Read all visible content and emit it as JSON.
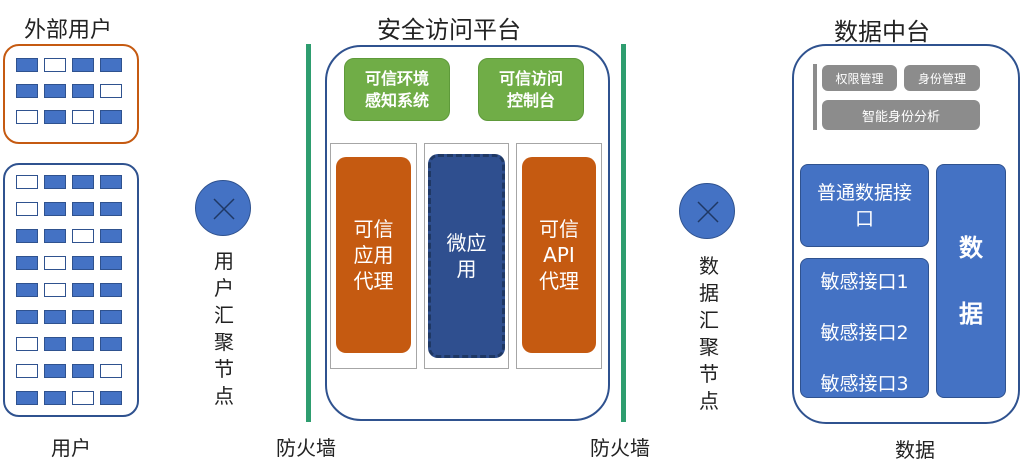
{
  "users": {
    "external_title": "外部用户",
    "label": "用户",
    "external_grid": [
      [
        "f",
        "e",
        "f",
        "f"
      ],
      [
        "f",
        "f",
        "f",
        "e"
      ],
      [
        "e",
        "f",
        "e",
        "f"
      ]
    ],
    "internal_grid": [
      [
        "e",
        "f",
        "f",
        "f"
      ],
      [
        "e",
        "f",
        "f",
        "f"
      ],
      [
        "f",
        "f",
        "e",
        "f"
      ],
      [
        "f",
        "e",
        "f",
        "f"
      ],
      [
        "f",
        "e",
        "f",
        "f"
      ],
      [
        "f",
        "f",
        "f",
        "f"
      ],
      [
        "e",
        "f",
        "f",
        "f"
      ],
      [
        "e",
        "f",
        "f",
        "e"
      ],
      [
        "f",
        "f",
        "e",
        "f"
      ]
    ]
  },
  "user_node": {
    "label": "用户汇聚节点"
  },
  "firewall_left": {
    "label": "防火墙"
  },
  "firewall_right": {
    "label": "防火墙"
  },
  "platform": {
    "title": "安全访问平台",
    "env_system": "可信环境感知系统",
    "access_console": "可信访问控制台",
    "app_proxy": "可信应用代理",
    "micro_app": "微应用",
    "api_proxy": "可信API代理"
  },
  "data_node": {
    "label": "数据汇聚节点"
  },
  "data_center": {
    "title": "数据中台",
    "permission": "权限管理",
    "identity": "身份管理",
    "identity_analysis": "智能身份分析",
    "common_api": "普通数据接口",
    "sensitive": [
      "敏感接口1",
      "敏感接口2",
      "敏感接口3"
    ],
    "data_block": "数据",
    "label": "数据"
  },
  "colors": {
    "blue": "#4472c4",
    "orange": "#c55a11",
    "green": "#70ad47",
    "grey": "#8c8c8c",
    "firewall": "#2e9d6f",
    "platform_border": "#2f528f",
    "external_border": "#c55a11"
  }
}
